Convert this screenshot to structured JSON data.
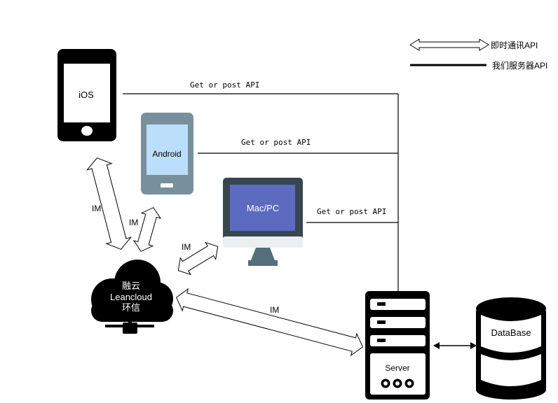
{
  "legend": {
    "im_label": "即时通讯API",
    "server_label": "我们服务器API"
  },
  "devices": {
    "ios": "iOS",
    "android": "Android",
    "macpc": "Mac/PC"
  },
  "cloud": {
    "line1": "融云",
    "line2": "Leancloud",
    "line3": "环信"
  },
  "server": {
    "label": "Server"
  },
  "database": {
    "label": "DataBase"
  },
  "links": {
    "api_ios": "Get or post API",
    "api_android": "Get or post API",
    "api_mac": "Get or post API",
    "im_ios": "IM",
    "im_android": "IM",
    "im_mac": "IM",
    "im_server": "IM"
  },
  "colors": {
    "android_body": "#78909c",
    "android_screen": "#bbdefb",
    "mac_frame": "#37474f",
    "mac_screen": "#5c6bc0",
    "mac_stand": "#546e7a",
    "device_black": "#000000"
  }
}
